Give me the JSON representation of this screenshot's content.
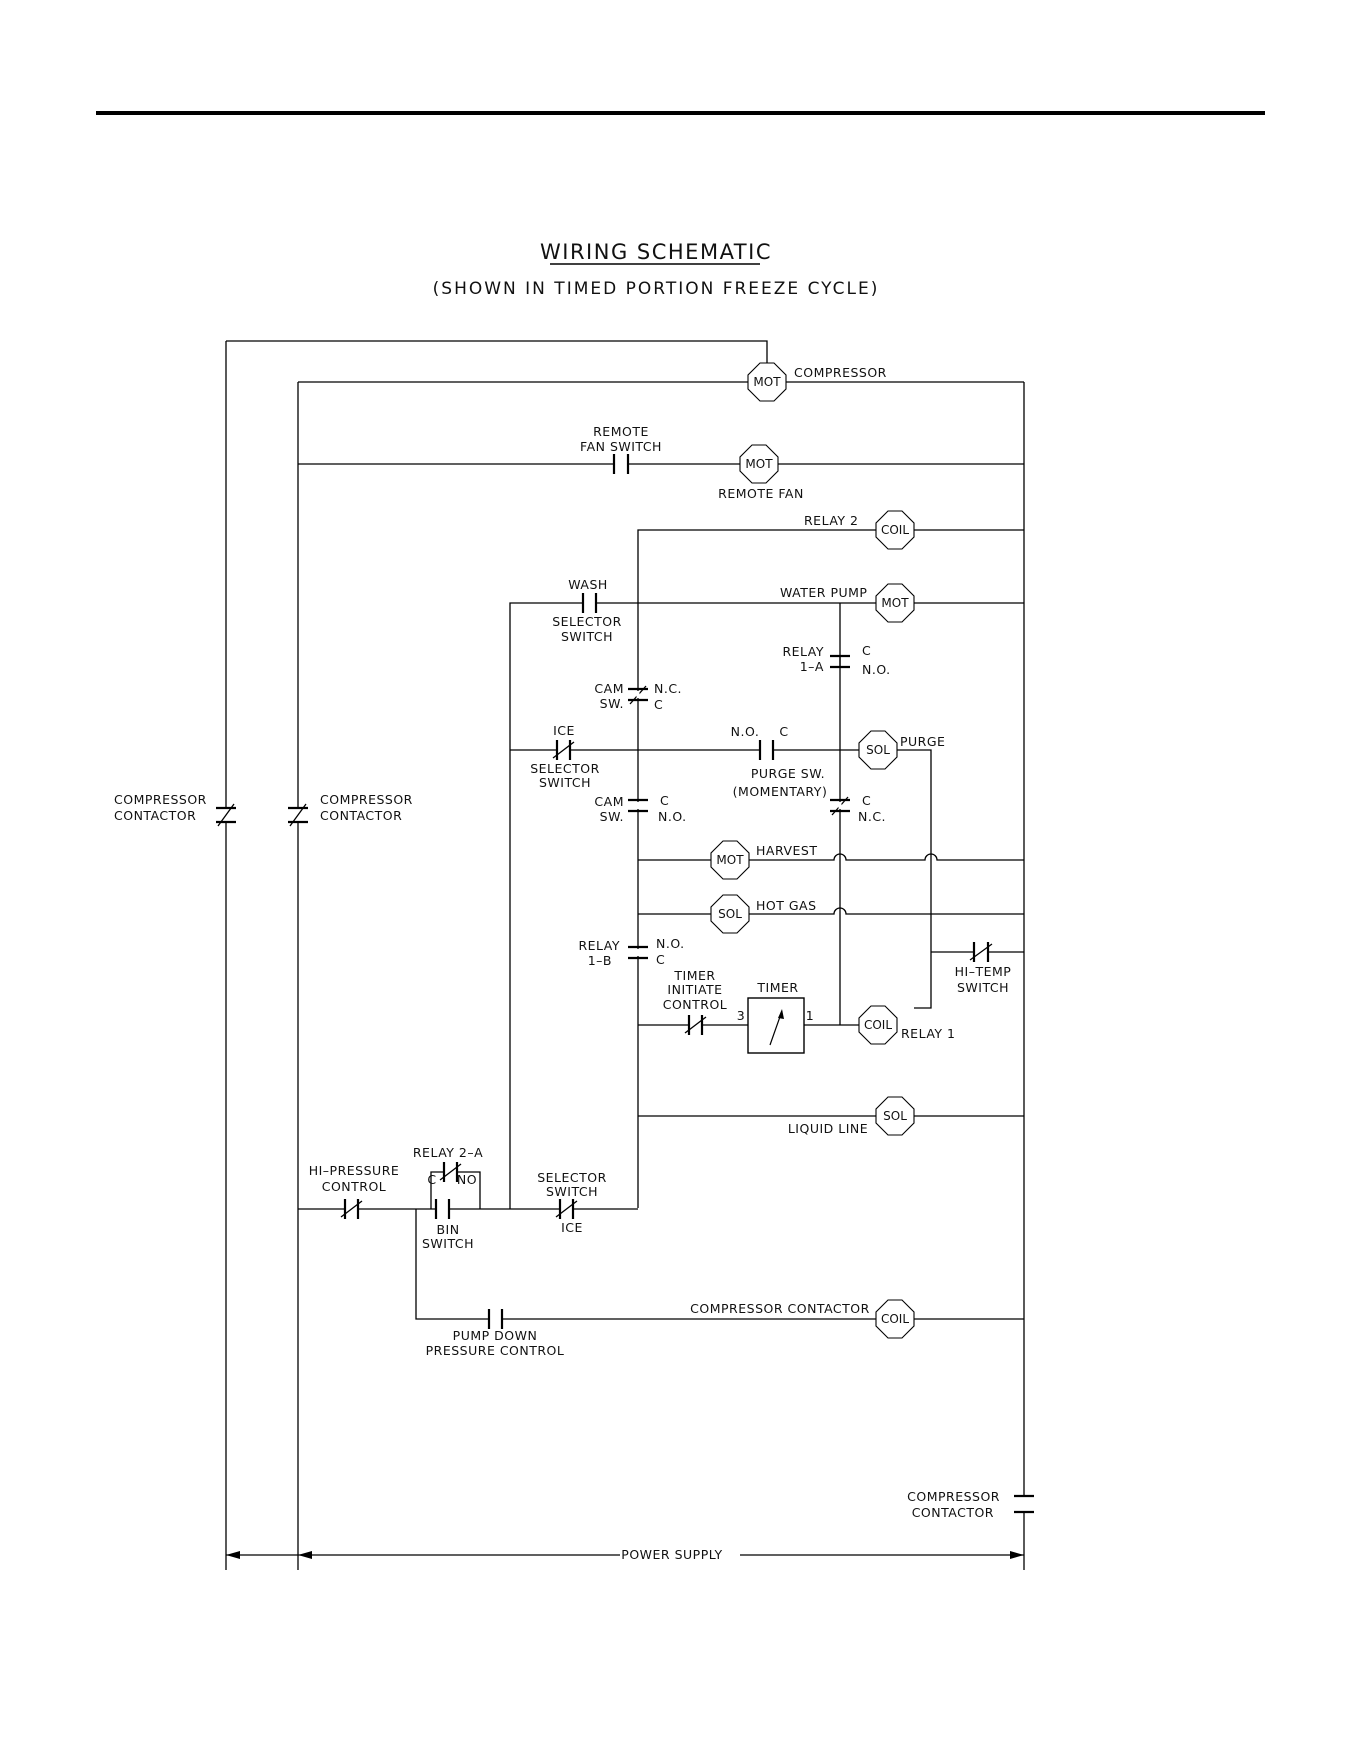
{
  "title": "WIRING SCHEMATIC",
  "subtitle": "(SHOWN IN TIMED PORTION FREEZE CYCLE)",
  "symbols": {
    "mot": "MOT",
    "sol": "SOL",
    "coil": "COIL"
  },
  "labels": {
    "compressor": "COMPRESSOR",
    "remote_fan_switch_1": "REMOTE",
    "remote_fan_switch_2": "FAN SWITCH",
    "remote_fan": "REMOTE FAN",
    "relay_2": "RELAY 2",
    "wash": "WASH",
    "selector_switch_1": "SELECTOR",
    "selector_switch_2": "SWITCH",
    "water_pump": "WATER PUMP",
    "relay_1a_1": "RELAY",
    "relay_1a_2": "1–A",
    "c": "C",
    "no": "N.O.",
    "nc": "N.C.",
    "cam_1": "CAM",
    "cam_2": "SW.",
    "ice": "ICE",
    "purge": "PURGE",
    "purge_sw_1": "PURGE SW.",
    "purge_sw_2": "(MOMENTARY)",
    "compressor_contactor_1": "COMPRESSOR",
    "compressor_contactor_2": "CONTACTOR",
    "harvest": "HARVEST",
    "hot_gas": "HOT GAS",
    "relay_1b_1": "RELAY",
    "relay_1b_2": "1–B",
    "hi_temp_1": "HI–TEMP",
    "hi_temp_2": "SWITCH",
    "timer_initiate_1": "TIMER",
    "timer_initiate_2": "INITIATE",
    "timer_initiate_3": "CONTROL",
    "timer": "TIMER",
    "timer_pin_3": "3",
    "timer_pin_1": "1",
    "relay_1": "RELAY 1",
    "liquid_line": "LIQUID LINE",
    "relay_2a": "RELAY 2–A",
    "no_short": "NO",
    "hi_pressure_1": "HI–PRESSURE",
    "hi_pressure_2": "CONTROL",
    "bin_switch_1": "BIN",
    "bin_switch_2": "SWITCH",
    "compressor_contactor_full": "COMPRESSOR CONTACTOR",
    "pump_down_1": "PUMP DOWN",
    "pump_down_2": "PRESSURE CONTROL",
    "power_supply": "POWER SUPPLY"
  }
}
